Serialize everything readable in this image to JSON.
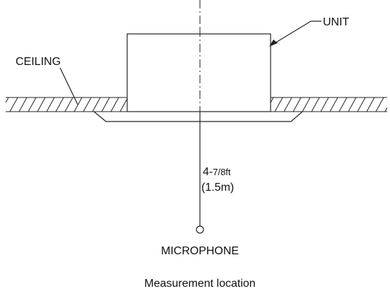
{
  "labels": {
    "unit": "UNIT",
    "ceiling": "CEILING",
    "microphone": "MICROPHONE",
    "caption": "Measurement location"
  },
  "distance": {
    "whole": "4-",
    "fraction": "7/8ft",
    "metric": "(1.5m)"
  }
}
